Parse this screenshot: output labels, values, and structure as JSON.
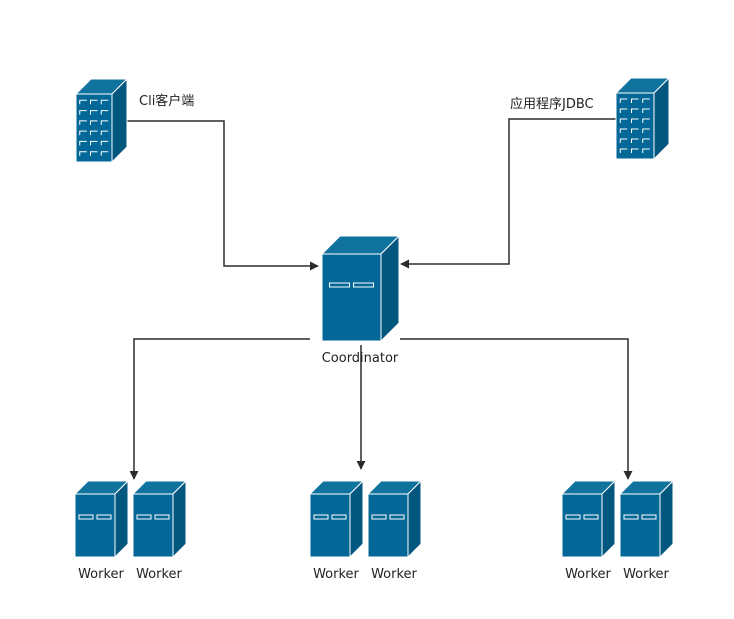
{
  "colors": {
    "server_front": "#036897",
    "server_top": "#10739E",
    "server_side": "#02577F",
    "outline": "#ffffff",
    "edge": "#2b2b2b",
    "background": "#ffffff"
  },
  "nodes": {
    "cli": {
      "label": "Cli客户端",
      "icon": "building-server-icon"
    },
    "jdbc": {
      "label": "应用程序JDBC",
      "icon": "building-server-icon"
    },
    "coordinator": {
      "label": "Coordinator",
      "icon": "tower-server-icon"
    },
    "workers": [
      {
        "label": "Worker",
        "icon": "tower-server-icon"
      },
      {
        "label": "Worker",
        "icon": "tower-server-icon"
      },
      {
        "label": "Worker",
        "icon": "tower-server-icon"
      },
      {
        "label": "Worker",
        "icon": "tower-server-icon"
      },
      {
        "label": "Worker",
        "icon": "tower-server-icon"
      },
      {
        "label": "Worker",
        "icon": "tower-server-icon"
      }
    ]
  },
  "edges": [
    {
      "from": "cli",
      "to": "coordinator"
    },
    {
      "from": "jdbc",
      "to": "coordinator"
    },
    {
      "from": "coordinator",
      "to": "worker-group-1"
    },
    {
      "from": "coordinator",
      "to": "worker-group-2"
    },
    {
      "from": "coordinator",
      "to": "worker-group-3"
    }
  ]
}
